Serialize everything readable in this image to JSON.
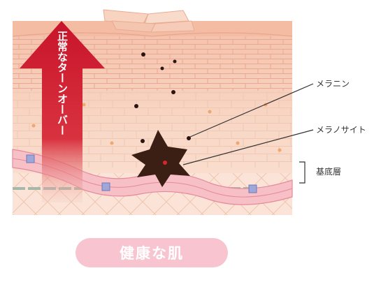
{
  "diagram": {
    "arrow_label": "正常なターンオーバー",
    "callouts": {
      "melanin": "メラニン",
      "melanocyte": "メラノサイト",
      "basal_layer": "基底層"
    },
    "badge_label": "健康な肌"
  },
  "colors": {
    "arrow": "#c8142a",
    "badge": "#f7c4cf",
    "melanocyte": "#3b1e14",
    "skin_surface": "#f5c8b2",
    "basal_band": "#f7bfc6"
  }
}
